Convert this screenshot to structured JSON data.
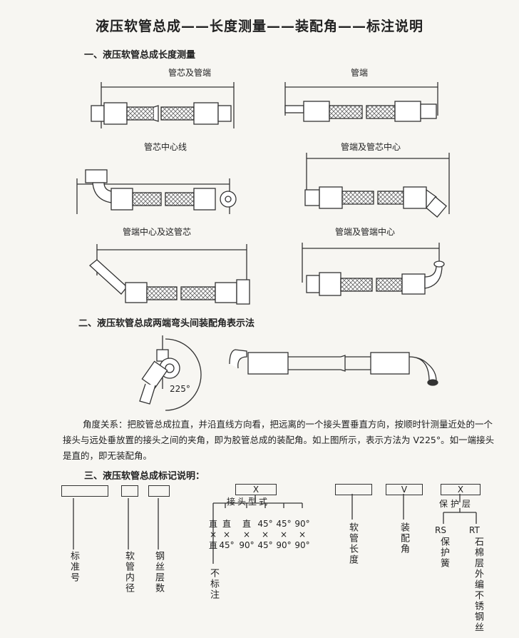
{
  "title": "液压软管总成——长度测量——装配角——标注说明",
  "section1": {
    "heading": "一、液压软管总成长度测量",
    "captions": [
      "管芯及管端",
      "管端",
      "管芯中心线",
      "管端及管芯中心",
      "管端中心及这管芯",
      "管端及管端中心"
    ]
  },
  "section2": {
    "heading": "二、液压软管总成两端弯头间装配角表示法",
    "angle_label": "225°",
    "paragraph": "角度关系：把胶管总成拉直，并沿直线方向看，把远离的一个接头置垂直方向，按顺时针测量近处的一个接头与远处垂放置的接头之间的夹角，即为胶管总成的装配角。如上图所示，表示方法为 V225°。如一端接头是直的，即无装配角。"
  },
  "section3": {
    "heading": "三、液压软管总成标记说明：",
    "box_x1": "X",
    "box_v": "V",
    "box_x2": "X",
    "joint_type_label": "接头型式",
    "protect_label": "保护层",
    "joint_types": [
      {
        "top": "直",
        "bottom": "直"
      },
      {
        "top": "直",
        "bottom": "45°"
      },
      {
        "top": "直",
        "bottom": "90°"
      },
      {
        "top": "45°",
        "bottom": "45°"
      },
      {
        "top": "45°",
        "bottom": "90°"
      },
      {
        "top": "90°",
        "bottom": "90°"
      }
    ],
    "times": "×",
    "not_marked": "不标注",
    "labels": {
      "standard": "标准号",
      "inner_diameter": "软管内径",
      "wire_layers": "钢丝层数",
      "hose_length": "软管长度",
      "assembly_angle": "装配角",
      "rs_code": "RS",
      "rs_text": "保护簧",
      "rt_code": "RT",
      "rt_text": "石棉层外编不锈钢丝"
    }
  }
}
